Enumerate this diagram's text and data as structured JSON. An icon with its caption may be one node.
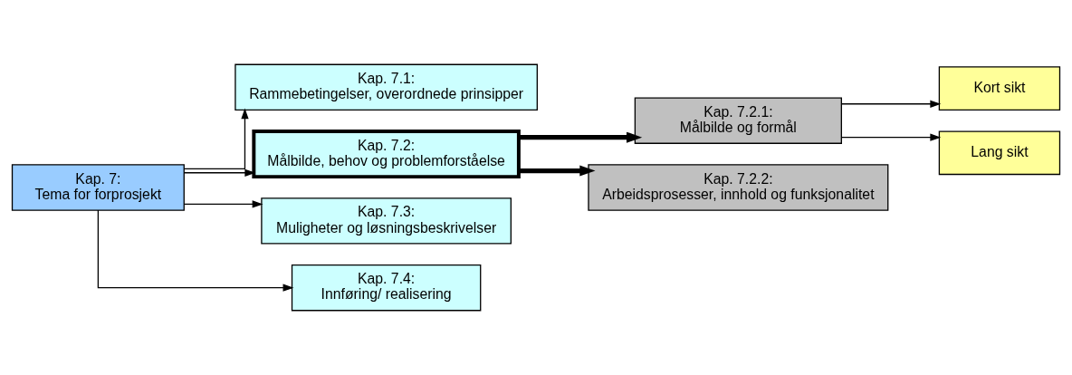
{
  "diagram": {
    "nodes": [
      {
        "text": [
          "Kap. 7:",
          "Tema for forprosjekt"
        ]
      },
      {
        "text": [
          "Kap. 7.1:",
          "Rammebetingelser, overordnede prinsipper"
        ]
      },
      {
        "text": [
          "Kap. 7.2:",
          "Målbilde, behov og problemforståelse"
        ]
      },
      {
        "text": [
          "Kap. 7.3:",
          "Muligheter og løsningsbeskrivelser"
        ]
      },
      {
        "text": [
          "Kap. 7.4:",
          "Innføring/ realisering"
        ]
      },
      {
        "text": [
          "Kap. 7.2.1:",
          "Målbilde og formål"
        ]
      },
      {
        "text": [
          "Kap. 7.2.2:",
          "Arbeidsprosesser, innhold og funksjonalitet"
        ]
      },
      {
        "text": [
          "Kort sikt"
        ]
      },
      {
        "text": [
          "Lang sikt"
        ]
      }
    ],
    "edges": [
      {
        "from": 0,
        "to": 1,
        "arrow": "to"
      },
      {
        "from": 0,
        "to": 2,
        "arrow": "to"
      },
      {
        "from": 0,
        "to": 3,
        "arrow": "to"
      },
      {
        "from": 0,
        "to": 4,
        "arrow": "to"
      },
      {
        "from": 2,
        "to": 5,
        "arrow": "to",
        "style": "thick"
      },
      {
        "from": 2,
        "to": 6,
        "arrow": "to",
        "style": "thick"
      },
      {
        "from": 5,
        "to": 7,
        "arrow": "to"
      },
      {
        "from": 5,
        "to": 8,
        "arrow": "to"
      }
    ]
  }
}
